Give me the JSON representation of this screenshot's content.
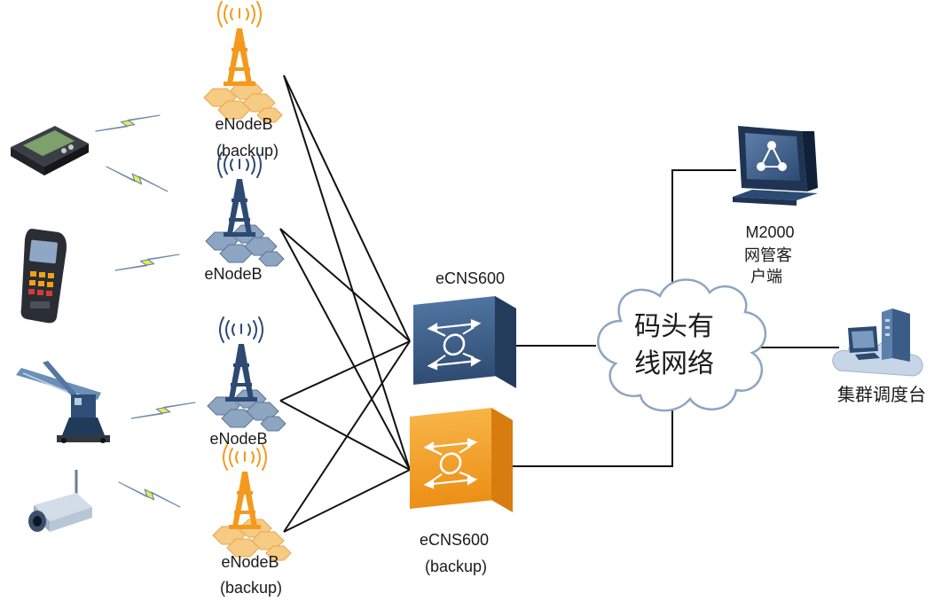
{
  "labels": {
    "enb_top": [
      "eNodeB",
      "(backup)"
    ],
    "enb_2": [
      "eNodeB"
    ],
    "enb_3": [
      "eNodeB"
    ],
    "enb_bottom": [
      "eNodeB",
      "(backup)"
    ],
    "ecns_main": "eCNS600",
    "ecns_backup": [
      "eCNS600",
      "(backup)"
    ],
    "cloud": [
      "码头有",
      "线网络"
    ],
    "m2000": [
      "M2000",
      "网管客",
      "户端"
    ],
    "dispatch": "集群调度台"
  },
  "colors": {
    "tower_orange": "#f39a1e",
    "tower_navy": "#2c4a72",
    "hex_orange": "#f6cb84",
    "hex_blue": "#8ea5c1",
    "switch_blue": "#3f5f86",
    "switch_orange": "#f3a32b",
    "lightning": "#e8f04a",
    "link": "#111111"
  },
  "icons": {
    "terminals": [
      "handheld-radio-icon",
      "rugged-handset-icon",
      "crane-icon",
      "cctv-camera-icon"
    ],
    "towers": [
      "enodeb-tower-icon"
    ],
    "switches": [
      "ecns-switch-icon"
    ],
    "network": [
      "cloud-icon",
      "monitor-icon",
      "dispatch-console-icon"
    ]
  }
}
